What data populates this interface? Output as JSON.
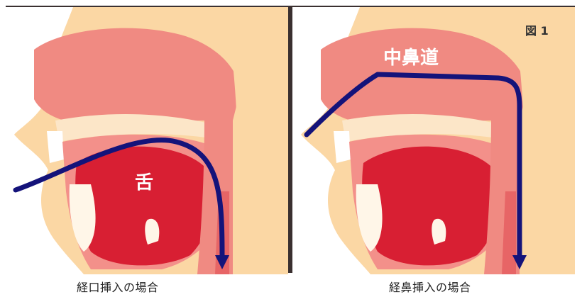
{
  "figure": {
    "label": "図 1",
    "tube_color": "#14137a"
  },
  "panels": [
    {
      "caption": "経口挿入の場合",
      "organ_label": "舌"
    },
    {
      "caption": "経鼻挿入の場合",
      "organ_label": "中鼻道"
    }
  ]
}
